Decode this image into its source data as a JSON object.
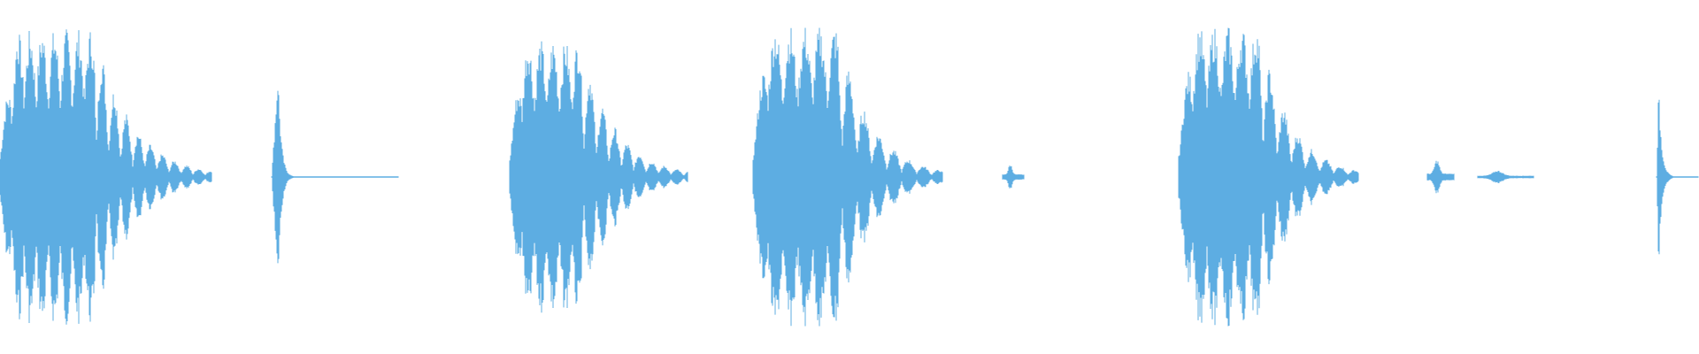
{
  "waveform": {
    "color": "#5DADE2",
    "background": "#FFFFFF",
    "segments": [
      {
        "kind": "burst",
        "start": 0.0,
        "end": 0.125,
        "peak": 0.84,
        "pulses": 11,
        "decay": 0.55
      },
      {
        "kind": "burst",
        "start": 0.16,
        "end": 0.235,
        "peak": 0.62,
        "pulses": 1,
        "decay": 0.1
      },
      {
        "kind": "burst",
        "start": 0.3,
        "end": 0.405,
        "peak": 0.78,
        "pulses": 9,
        "decay": 0.6
      },
      {
        "kind": "burst",
        "start": 0.443,
        "end": 0.555,
        "peak": 0.86,
        "pulses": 8,
        "decay": 0.55
      },
      {
        "kind": "blip",
        "start": 0.59,
        "end": 0.603,
        "peak": 0.06,
        "pulses": 1,
        "decay": 0.5
      },
      {
        "kind": "burst",
        "start": 0.694,
        "end": 0.8,
        "peak": 0.86,
        "pulses": 8,
        "decay": 0.55
      },
      {
        "kind": "blip",
        "start": 0.84,
        "end": 0.856,
        "peak": 0.08,
        "pulses": 1,
        "decay": 0.5
      },
      {
        "kind": "blip",
        "start": 0.87,
        "end": 0.903,
        "peak": 0.03,
        "pulses": 1,
        "decay": 0.9
      },
      {
        "kind": "burst",
        "start": 0.975,
        "end": 1.0,
        "peak": 0.52,
        "pulses": 1,
        "decay": 0.3
      }
    ]
  }
}
